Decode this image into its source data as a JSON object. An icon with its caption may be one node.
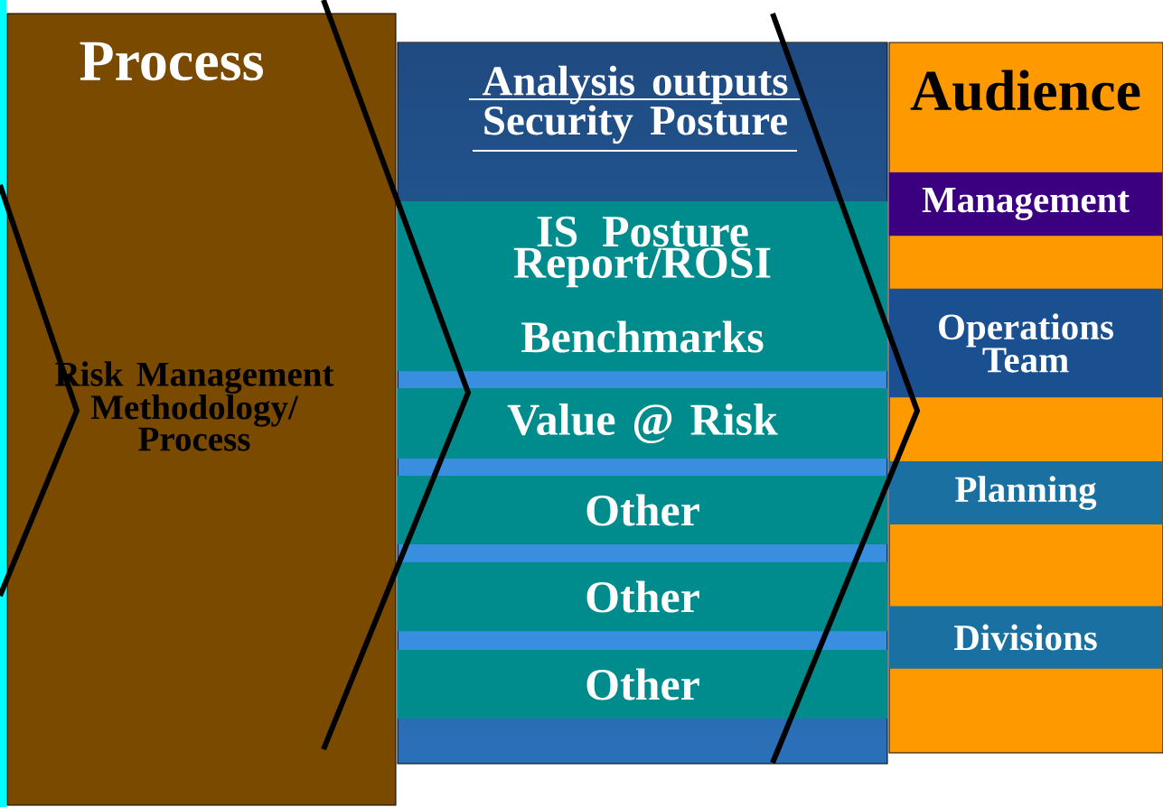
{
  "diagram": {
    "nodes": [
      {
        "text": [
          "Process",
          "Risk Management Methodology/ Process"
        ]
      },
      {
        "text": [
          "Analysis outputs Security Posture"
        ]
      },
      {
        "text": [
          "IS Posture Report/ROSI"
        ],
        "in": 1
      },
      {
        "text": [
          "Benchmarks"
        ],
        "in": 1
      },
      {
        "text": [
          "Value @ Risk"
        ],
        "in": 1
      },
      {
        "text": [
          "Other"
        ],
        "in": 1
      },
      {
        "text": [
          "Other"
        ],
        "in": 1
      },
      {
        "text": [
          "Other"
        ],
        "in": 1
      },
      {
        "text": [
          "Audience"
        ]
      },
      {
        "text": [
          "Management"
        ],
        "in": 8
      },
      {
        "text": [
          "Operations Team"
        ],
        "in": 8
      },
      {
        "text": [
          "Planning"
        ],
        "in": 8
      },
      {
        "text": [
          "Divisions"
        ],
        "in": 8
      }
    ]
  }
}
